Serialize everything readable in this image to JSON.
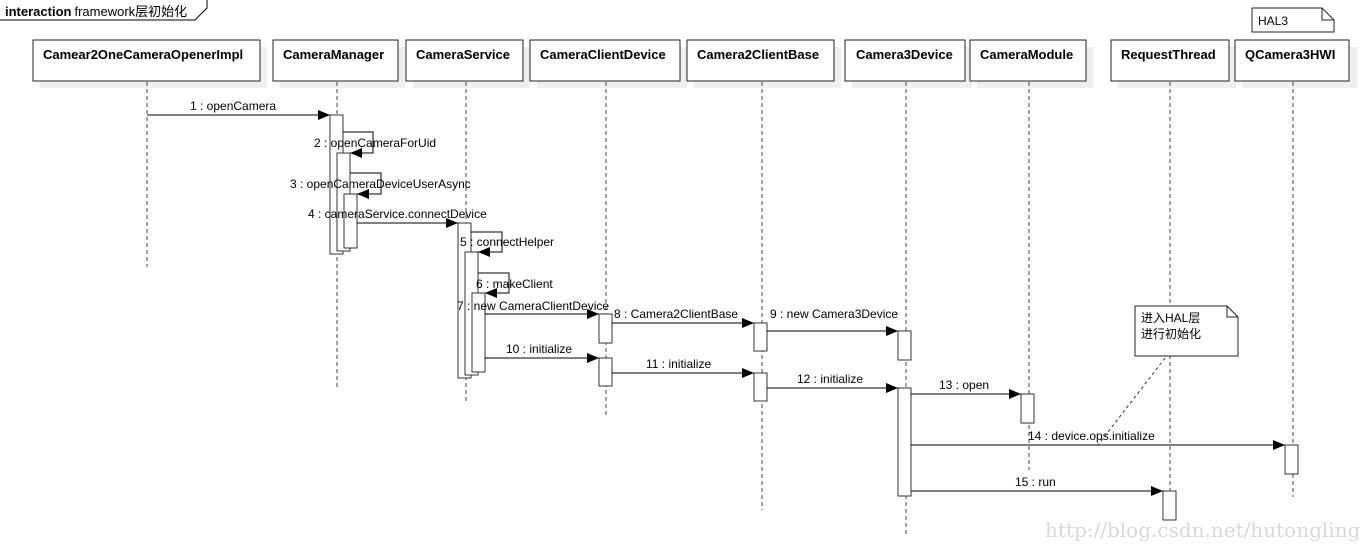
{
  "frame": {
    "keyword": "interaction",
    "title": "framework层初始化"
  },
  "lifelines": [
    {
      "id": "opener",
      "name": "Camear2OneCameraOpenerImpl"
    },
    {
      "id": "manager",
      "name": "CameraManager"
    },
    {
      "id": "service",
      "name": "CameraService"
    },
    {
      "id": "clientDevice",
      "name": "CameraClientDevice"
    },
    {
      "id": "clientBase",
      "name": "Camera2ClientBase"
    },
    {
      "id": "c3device",
      "name": "Camera3Device"
    },
    {
      "id": "module",
      "name": "CameraModule"
    },
    {
      "id": "requestThread",
      "name": "RequestThread"
    },
    {
      "id": "hwi",
      "name": "QCamera3HWI"
    }
  ],
  "messages": [
    {
      "seq": 1,
      "label": "1 : openCamera",
      "from": "opener",
      "to": "manager"
    },
    {
      "seq": 2,
      "label": "2 : openCameraForUid",
      "from": "manager",
      "to": "manager"
    },
    {
      "seq": 3,
      "label": "3 : openCameraDeviceUserAsync",
      "from": "manager",
      "to": "manager"
    },
    {
      "seq": 4,
      "label": "4 : cameraService.connectDevice",
      "from": "manager",
      "to": "service"
    },
    {
      "seq": 5,
      "label": "5 : connectHelper",
      "from": "service",
      "to": "service"
    },
    {
      "seq": 6,
      "label": "6 : makeClient",
      "from": "service",
      "to": "service"
    },
    {
      "seq": 7,
      "label": "7 : new CameraClientDevice",
      "from": "service",
      "to": "clientDevice"
    },
    {
      "seq": 8,
      "label": "8 : Camera2ClientBase",
      "from": "clientDevice",
      "to": "clientBase"
    },
    {
      "seq": 9,
      "label": "9 : new Camera3Device",
      "from": "clientBase",
      "to": "c3device"
    },
    {
      "seq": 10,
      "label": "10 : initialize",
      "from": "service",
      "to": "clientDevice"
    },
    {
      "seq": 11,
      "label": "11 : initialize",
      "from": "clientDevice",
      "to": "clientBase"
    },
    {
      "seq": 12,
      "label": "12 : initialize",
      "from": "clientBase",
      "to": "c3device"
    },
    {
      "seq": 13,
      "label": "13 : open",
      "from": "c3device",
      "to": "module"
    },
    {
      "seq": 14,
      "label": "14 : device.ops.initialize",
      "from": "c3device",
      "to": "hwi"
    },
    {
      "seq": 15,
      "label": "15 : run",
      "from": "c3device",
      "to": "requestThread"
    }
  ],
  "notes": {
    "hal3": "HAL3",
    "hal_layer_line1": "进入HAL层",
    "hal_layer_line2": "进行初始化"
  },
  "watermark": "http://blog.csdn.net/hutongling"
}
